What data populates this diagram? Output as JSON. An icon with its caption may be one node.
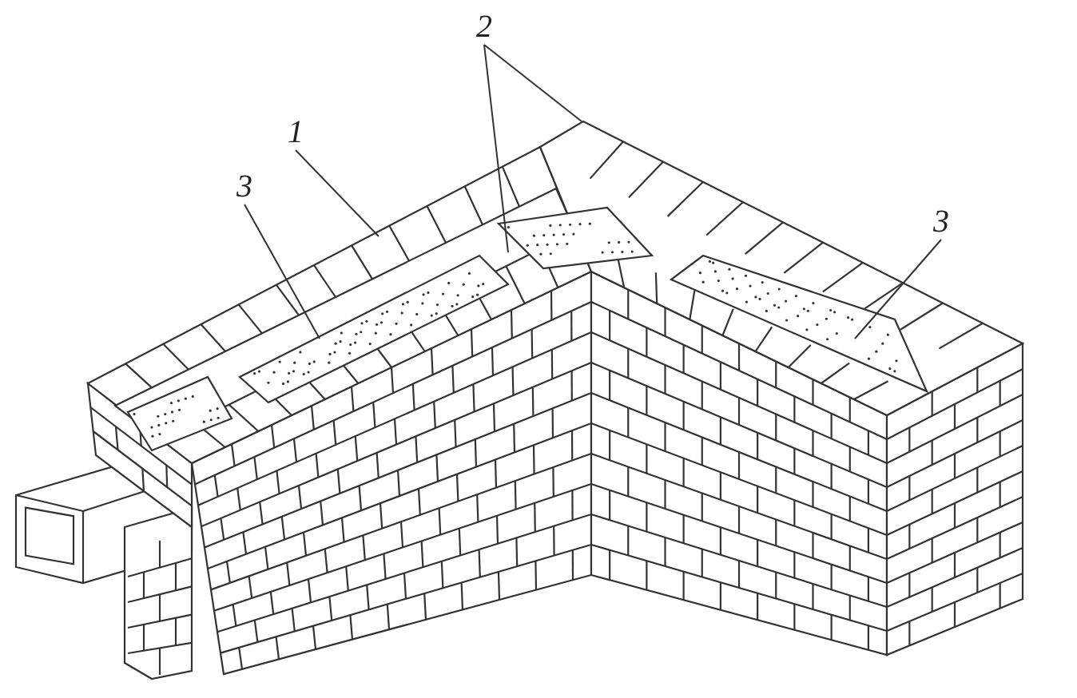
{
  "diagram": {
    "nodes": [
      {
        "text": [
          "2"
        ]
      },
      {
        "text": [
          "1"
        ]
      },
      {
        "text": [
          "3"
        ]
      },
      {
        "text": [
          "3"
        ]
      }
    ],
    "edges": [
      {
        "from": 0,
        "to": null,
        "arrow": "none"
      },
      {
        "from": 0,
        "to": null,
        "arrow": "none"
      },
      {
        "from": 1,
        "to": null,
        "arrow": "none"
      },
      {
        "from": 2,
        "to": null,
        "arrow": "none"
      },
      {
        "from": 3,
        "to": null,
        "arrow": "none"
      }
    ]
  }
}
